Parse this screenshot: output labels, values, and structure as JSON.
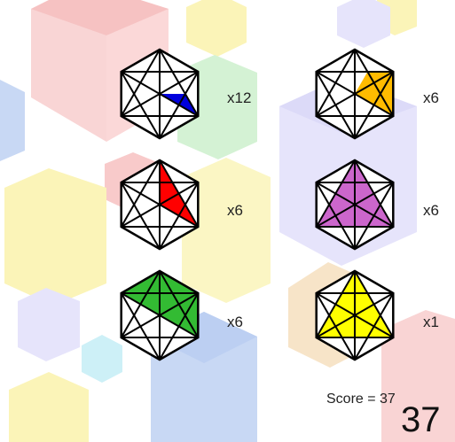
{
  "tiles": [
    {
      "id": "blue",
      "multiplier": "x12",
      "color": "#0000dd",
      "pattern": "small-wedge"
    },
    {
      "id": "orange",
      "multiplier": "x6",
      "color": "#ffbb00",
      "pattern": "upper-right-wedge"
    },
    {
      "id": "red",
      "multiplier": "x6",
      "color": "#ff0000",
      "pattern": "tall-wedge"
    },
    {
      "id": "purple",
      "multiplier": "x6",
      "color": "#cc66cc",
      "pattern": "split-triangle"
    },
    {
      "id": "green",
      "multiplier": "x6",
      "color": "#33bb33",
      "pattern": "top-trapezoid"
    },
    {
      "id": "yellow",
      "multiplier": "x1",
      "color": "#ffff00",
      "pattern": "full-triangle"
    }
  ],
  "score": {
    "label": "Score = 37",
    "value": "37"
  },
  "background": {
    "cube_colors": [
      "#f7c8c8",
      "#fbf4b8",
      "#c8d8f4",
      "#d0f0d0",
      "#e4e2fb",
      "#f7e4c8",
      "#cdf0f7"
    ]
  }
}
